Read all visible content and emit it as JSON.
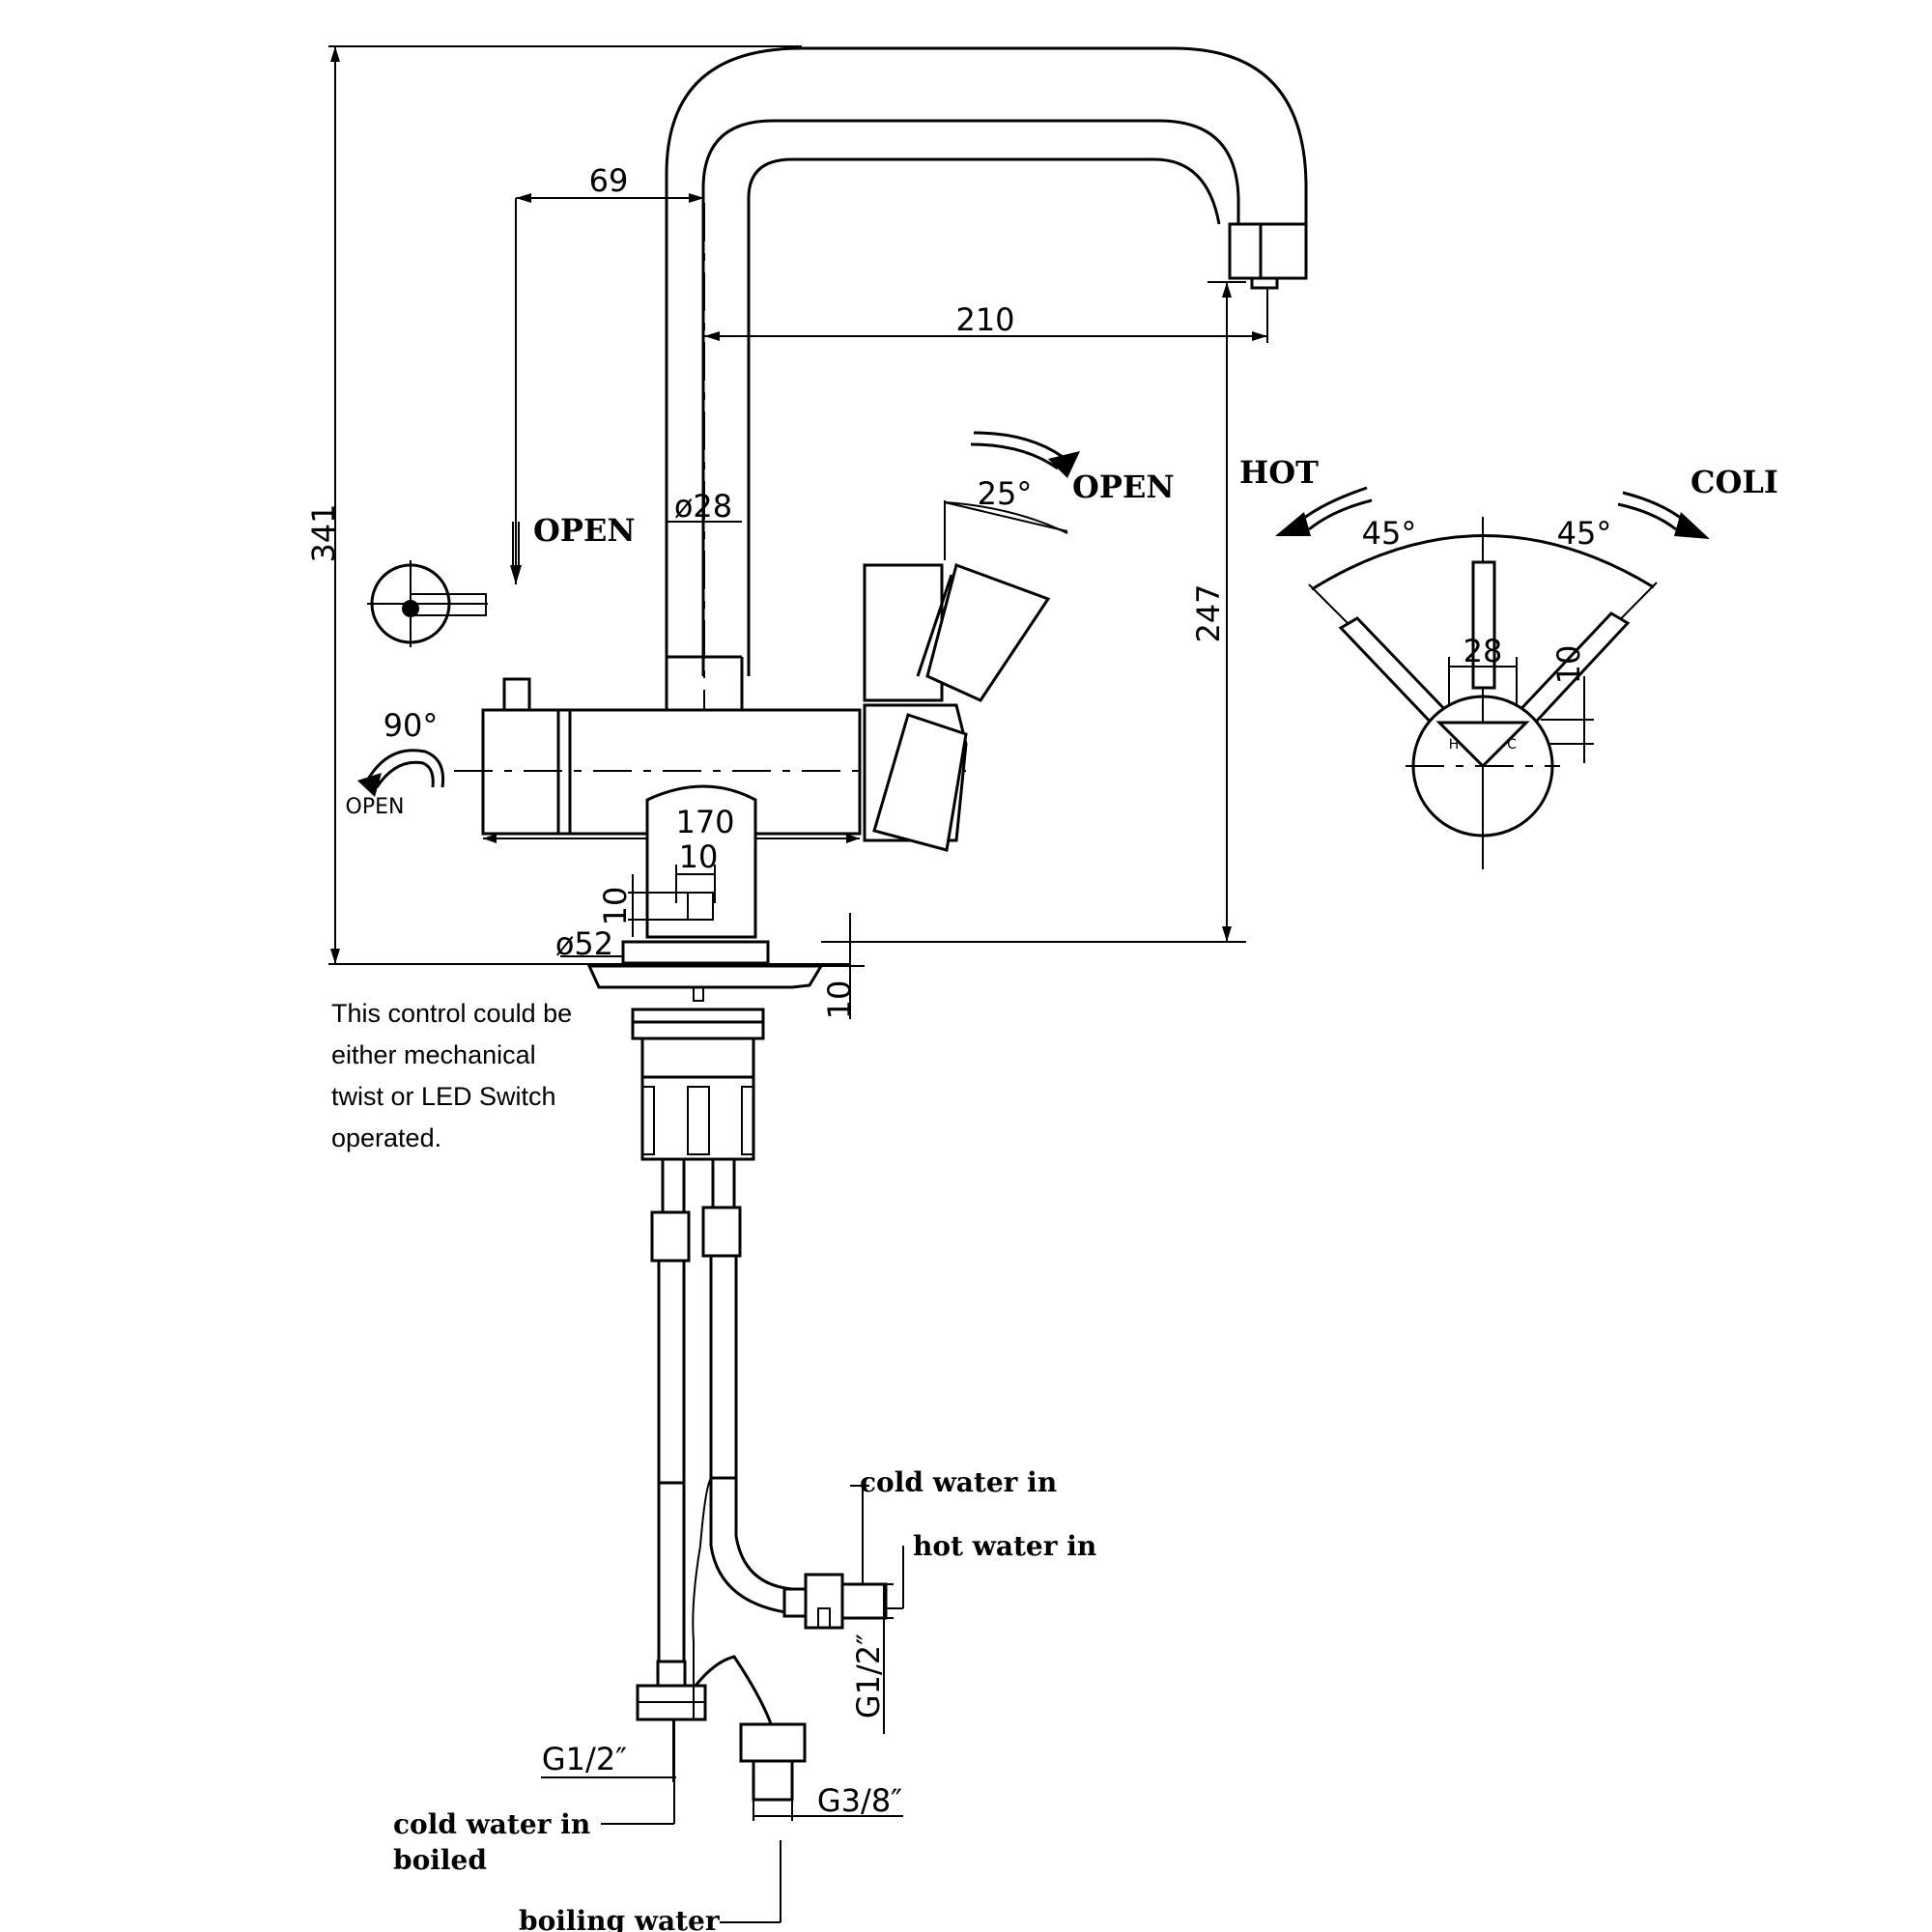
{
  "dimensions": {
    "total_height": "341",
    "handle_offset": "69",
    "spout_reach": "210",
    "spout_diameter": "ø28",
    "base_length": "170",
    "valve_width": "10",
    "valve_height": "10",
    "base_diameter": "ø52",
    "plate_thickness": "10",
    "spout_height": "247",
    "side_width": "28",
    "side_offset": "10"
  },
  "angles": {
    "knob_rotation": "90°",
    "lever_tilt": "25°",
    "hot_angle": "45°",
    "cold_angle": "45°"
  },
  "labels": {
    "open_top": "OPEN",
    "open_lever": "OPEN",
    "open_knob": "OPEN",
    "hot": "HOT",
    "cold": "COLI",
    "side_view_hot_mark": "H",
    "side_view_cold_mark": "C"
  },
  "note": {
    "lines": [
      "This control could be",
      "either mechanical",
      "twist or LED Switch",
      "operated."
    ]
  },
  "pipes": {
    "cold_water_in_top": "cold water in",
    "hot_water_in": "hot water in",
    "thread_half_inch_right": "G1/2″",
    "thread_half_inch_left": "G1/2″",
    "thread_three_eighth": "G3/8″",
    "cold_water_in_boiled_1": "cold water in",
    "cold_water_in_boiled_2": "boiled",
    "boiling_water": "boiling water"
  }
}
